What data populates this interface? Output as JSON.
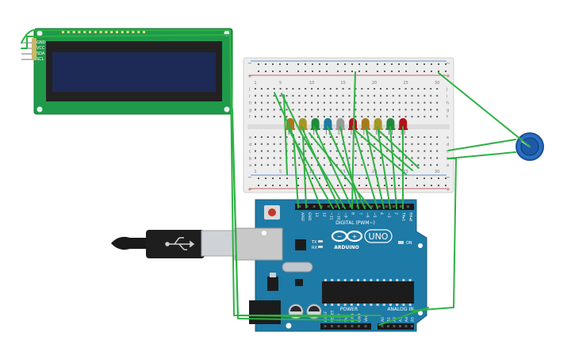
{
  "lcd": {
    "pins": [
      "GND",
      "VCC",
      "SDA",
      "SCL"
    ]
  },
  "arduino": {
    "brand": "ARDUINO",
    "model": "UNO",
    "digital_label": "DIGITAL (PWM~)",
    "power_label": "POWER",
    "analog_label": "ANALOG IN",
    "on_label": "ON",
    "tx_label": "TX",
    "rx_label": "RX",
    "digital_pins": [
      "AREF",
      "GND",
      "13",
      "12",
      "~11",
      "~10",
      "~9",
      "8",
      "7",
      "~6",
      "~5",
      "4",
      "~3",
      "2",
      "TX▸1",
      "RX◂0"
    ],
    "power_pins": [
      "IOREF",
      "RESET",
      "3.3V",
      "5V",
      "GND",
      "GND",
      "Vin"
    ],
    "analog_pins": [
      "A0",
      "A1",
      "A2",
      "A3",
      "A4",
      "A5"
    ]
  },
  "breadboard": {
    "col_numbers": [
      "1",
      "5",
      "10",
      "15",
      "20",
      "25",
      "30"
    ],
    "row_letters_top": [
      "j",
      "i",
      "h",
      "g",
      "f"
    ],
    "row_letters_bottom": [
      "e",
      "d",
      "c",
      "b",
      "a"
    ]
  },
  "leds": {
    "colors": [
      "#a9781c",
      "#a79622",
      "#1f8a3a",
      "#1c7aa0",
      "#9a9a9a",
      "#b3121b",
      "#a9781c",
      "#a79622",
      "#1f8a3a",
      "#b3121b"
    ]
  },
  "palette": {
    "wire": "#2fb144",
    "board": "#1e7aa6",
    "lcd_pcb": "#1f9a4a",
    "lcd_screen": "#1d2a55",
    "pot": "#2a6ec0"
  }
}
